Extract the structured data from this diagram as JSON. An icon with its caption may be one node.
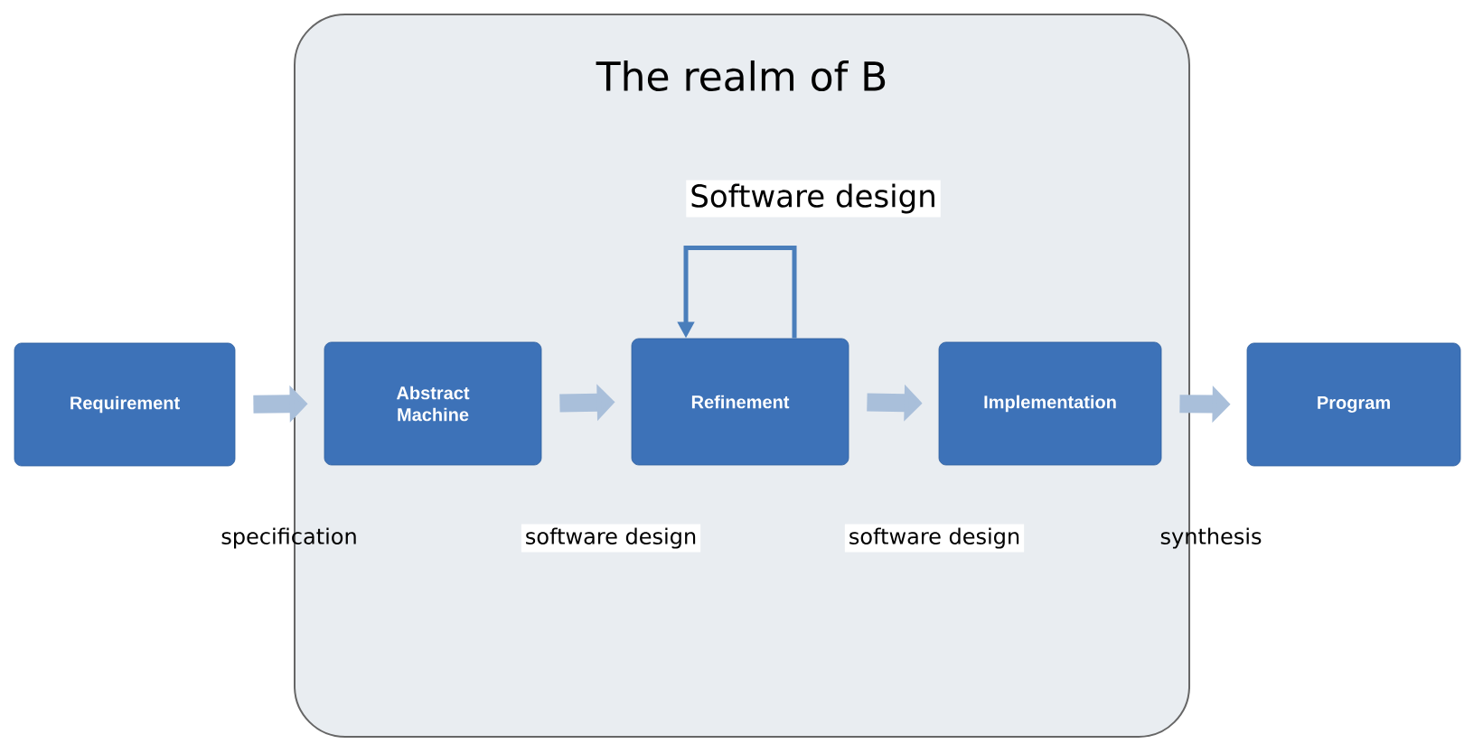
{
  "diagram": {
    "nodes": [
      {
        "text": [
          "The realm of B"
        ]
      },
      {
        "text": [
          "Requirement"
        ]
      },
      {
        "text": [
          "Abstract Machine"
        ],
        "in": 0
      },
      {
        "text": [
          "Refinement"
        ],
        "in": 0
      },
      {
        "text": [
          "Implementation"
        ],
        "in": 0
      },
      {
        "text": [
          "Program"
        ]
      }
    ],
    "edges": [
      {
        "from": 1,
        "to": 2,
        "arrow": "to"
      },
      {
        "from": 2,
        "to": 3,
        "arrow": "to"
      },
      {
        "from": 3,
        "to": 4,
        "arrow": "to"
      },
      {
        "from": 4,
        "to": 5,
        "arrow": "to"
      },
      {
        "from": 3,
        "to": 3,
        "arrow": "to",
        "label": "Software design",
        "color": "#4a7ebb"
      }
    ],
    "labels": [
      "specification",
      "software design",
      "software design",
      "synthesis"
    ]
  }
}
